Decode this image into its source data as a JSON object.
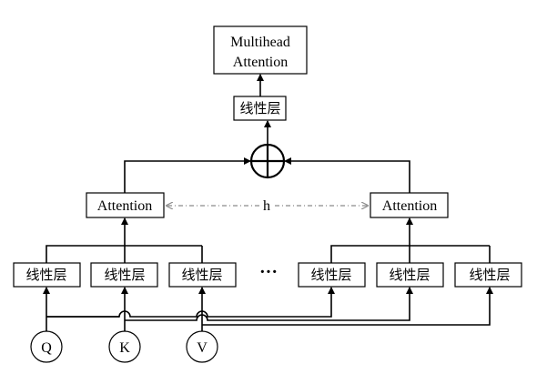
{
  "top_block": {
    "line1": "Multihead",
    "line2": "Attention"
  },
  "linear_label": "线性层",
  "attention_label": "Attention",
  "head_count_label": "h",
  "ellipsis": "···",
  "inputs": {
    "q": "Q",
    "k": "K",
    "v": "V"
  },
  "colors": {
    "stroke": "#000000",
    "dashed": "#8a8a8a",
    "background": "#ffffff"
  }
}
